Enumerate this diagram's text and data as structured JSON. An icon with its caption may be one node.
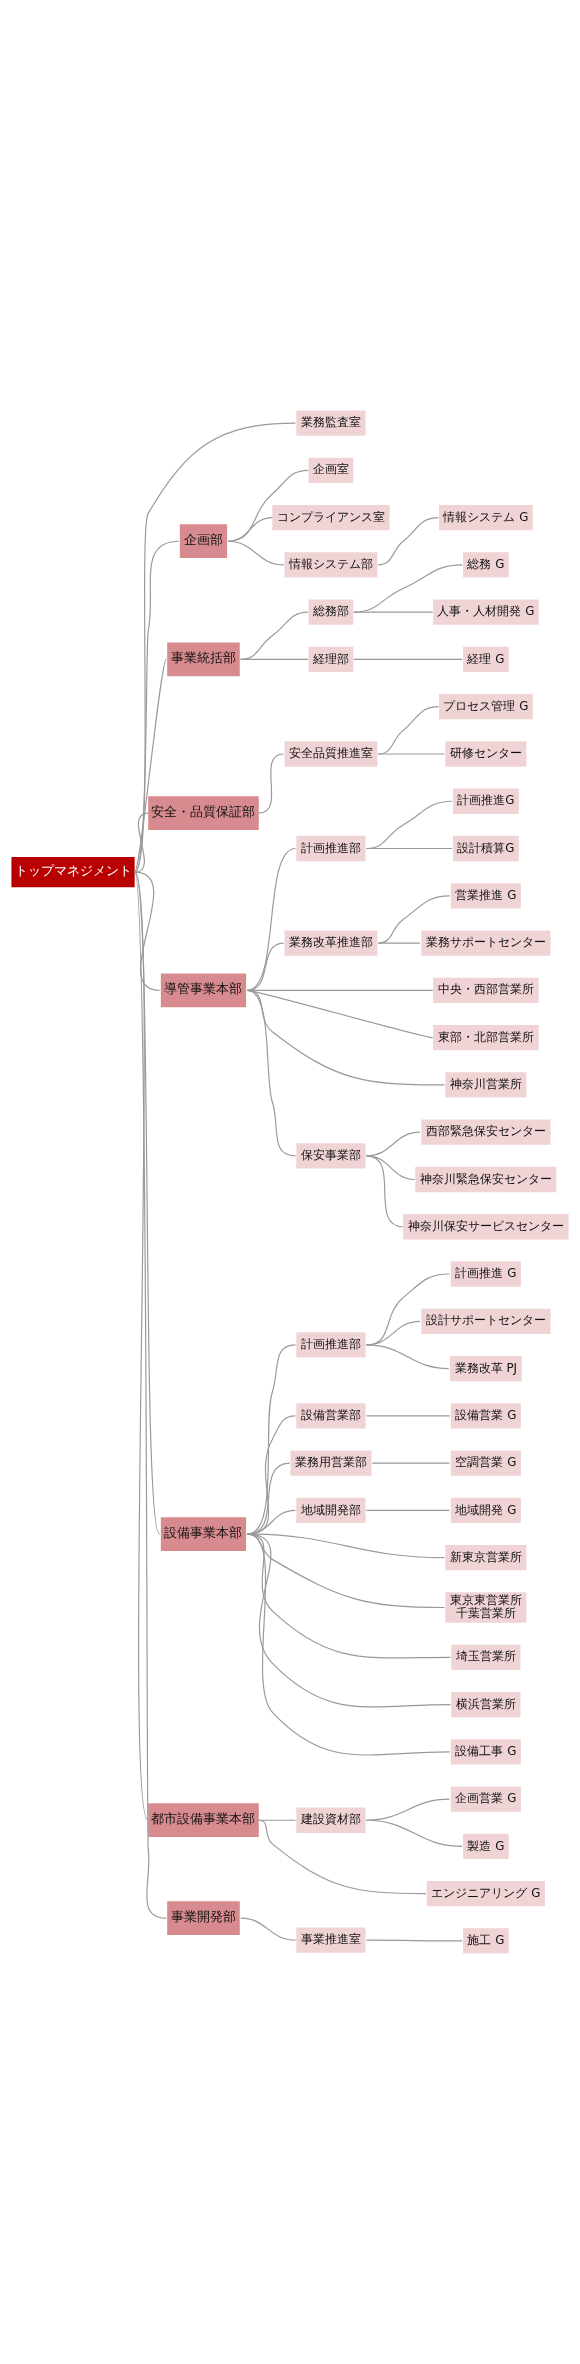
{
  "diagram": {
    "nodes": [
      {
        "text": [
          "トップマネジメント"
        ]
      },
      {
        "text": [
          "業務監査室"
        ]
      },
      {
        "text": [
          "企画部"
        ]
      },
      {
        "text": [
          "企画室"
        ]
      },
      {
        "text": [
          "コンプライアンス室"
        ]
      },
      {
        "text": [
          "情報システム部"
        ]
      },
      {
        "text": [
          "情報システム G"
        ]
      },
      {
        "text": [
          "事業統括部"
        ]
      },
      {
        "text": [
          "総務部"
        ]
      },
      {
        "text": [
          "総務 G"
        ]
      },
      {
        "text": [
          "人事・人材開発 G"
        ]
      },
      {
        "text": [
          "経理部"
        ]
      },
      {
        "text": [
          "経理 G"
        ]
      },
      {
        "text": [
          "安全・品質保証部"
        ]
      },
      {
        "text": [
          "安全品質推進室"
        ]
      },
      {
        "text": [
          "プロセス管理 G"
        ]
      },
      {
        "text": [
          "研修センター"
        ]
      },
      {
        "text": [
          "導管事業本部"
        ]
      },
      {
        "text": [
          "計画推進部"
        ]
      },
      {
        "text": [
          "計画推進G"
        ]
      },
      {
        "text": [
          "設計積算G"
        ]
      },
      {
        "text": [
          "業務改革推進部"
        ]
      },
      {
        "text": [
          "営業推進 G"
        ]
      },
      {
        "text": [
          "業務サポートセンター"
        ]
      },
      {
        "text": [
          "中央・西部営業所"
        ]
      },
      {
        "text": [
          "東部・北部営業所"
        ]
      },
      {
        "text": [
          "神奈川営業所"
        ]
      },
      {
        "text": [
          "保安事業部"
        ]
      },
      {
        "text": [
          "西部緊急保安センター"
        ]
      },
      {
        "text": [
          "神奈川緊急保安センター"
        ]
      },
      {
        "text": [
          "神奈川保安サービスセンター"
        ]
      },
      {
        "text": [
          "設備事業本部"
        ]
      },
      {
        "text": [
          "計画推進部"
        ]
      },
      {
        "text": [
          "計画推進 G"
        ]
      },
      {
        "text": [
          "設計サポートセンター"
        ]
      },
      {
        "text": [
          "業務改革 PJ"
        ]
      },
      {
        "text": [
          "設備営業部"
        ]
      },
      {
        "text": [
          "設備営業 G"
        ]
      },
      {
        "text": [
          "業務用営業部"
        ]
      },
      {
        "text": [
          "空調営業 G"
        ]
      },
      {
        "text": [
          "地域開発部"
        ]
      },
      {
        "text": [
          "地域開発 G"
        ]
      },
      {
        "text": [
          "新東京営業所"
        ]
      },
      {
        "text": [
          "東京東営業所",
          "千葉営業所"
        ]
      },
      {
        "text": [
          "埼玉営業所"
        ]
      },
      {
        "text": [
          "横浜営業所"
        ]
      },
      {
        "text": [
          "設備工事 G"
        ]
      },
      {
        "text": [
          "都市設備事業本部"
        ]
      },
      {
        "text": [
          "建設資材部"
        ]
      },
      {
        "text": [
          "企画営業 G"
        ]
      },
      {
        "text": [
          "製造 G"
        ]
      },
      {
        "text": [
          "エンジニアリング G"
        ]
      },
      {
        "text": [
          "事業開発部"
        ]
      },
      {
        "text": [
          "事業推進室"
        ]
      },
      {
        "text": [
          "施工 G"
        ]
      }
    ],
    "edges": [
      {
        "from": 0,
        "to": 1,
        "arrow": "none"
      },
      {
        "from": 0,
        "to": 2,
        "arrow": "none"
      },
      {
        "from": 2,
        "to": 3,
        "arrow": "none"
      },
      {
        "from": 2,
        "to": 4,
        "arrow": "none"
      },
      {
        "from": 2,
        "to": 5,
        "arrow": "none"
      },
      {
        "from": 5,
        "to": 6,
        "arrow": "none"
      },
      {
        "from": 0,
        "to": 7,
        "arrow": "none"
      },
      {
        "from": 7,
        "to": 8,
        "arrow": "none"
      },
      {
        "from": 8,
        "to": 9,
        "arrow": "none"
      },
      {
        "from": 8,
        "to": 10,
        "arrow": "none"
      },
      {
        "from": 7,
        "to": 11,
        "arrow": "none"
      },
      {
        "from": 11,
        "to": 12,
        "arrow": "none"
      },
      {
        "from": 0,
        "to": 13,
        "arrow": "none"
      },
      {
        "from": 13,
        "to": 14,
        "arrow": "none"
      },
      {
        "from": 14,
        "to": 15,
        "arrow": "none"
      },
      {
        "from": 14,
        "to": 16,
        "arrow": "none"
      },
      {
        "from": 0,
        "to": 17,
        "arrow": "none"
      },
      {
        "from": 17,
        "to": 18,
        "arrow": "none"
      },
      {
        "from": 18,
        "to": 19,
        "arrow": "none"
      },
      {
        "from": 18,
        "to": 20,
        "arrow": "none"
      },
      {
        "from": 17,
        "to": 21,
        "arrow": "none"
      },
      {
        "from": 21,
        "to": 22,
        "arrow": "none"
      },
      {
        "from": 21,
        "to": 23,
        "arrow": "none"
      },
      {
        "from": 17,
        "to": 24,
        "arrow": "none"
      },
      {
        "from": 17,
        "to": 25,
        "arrow": "none"
      },
      {
        "from": 17,
        "to": 26,
        "arrow": "none"
      },
      {
        "from": 17,
        "to": 27,
        "arrow": "none"
      },
      {
        "from": 27,
        "to": 28,
        "arrow": "none"
      },
      {
        "from": 27,
        "to": 29,
        "arrow": "none"
      },
      {
        "from": 27,
        "to": 30,
        "arrow": "none"
      },
      {
        "from": 0,
        "to": 31,
        "arrow": "none"
      },
      {
        "from": 31,
        "to": 32,
        "arrow": "none"
      },
      {
        "from": 32,
        "to": 33,
        "arrow": "none"
      },
      {
        "from": 32,
        "to": 34,
        "arrow": "none"
      },
      {
        "from": 32,
        "to": 35,
        "arrow": "none"
      },
      {
        "from": 31,
        "to": 36,
        "arrow": "none"
      },
      {
        "from": 36,
        "to": 37,
        "arrow": "none"
      },
      {
        "from": 31,
        "to": 38,
        "arrow": "none"
      },
      {
        "from": 38,
        "to": 39,
        "arrow": "none"
      },
      {
        "from": 31,
        "to": 40,
        "arrow": "none"
      },
      {
        "from": 40,
        "to": 41,
        "arrow": "none"
      },
      {
        "from": 31,
        "to": 42,
        "arrow": "none"
      },
      {
        "from": 31,
        "to": 43,
        "arrow": "none"
      },
      {
        "from": 31,
        "to": 44,
        "arrow": "none"
      },
      {
        "from": 31,
        "to": 45,
        "arrow": "none"
      },
      {
        "from": 31,
        "to": 46,
        "arrow": "none"
      },
      {
        "from": 0,
        "to": 47,
        "arrow": "none"
      },
      {
        "from": 47,
        "to": 48,
        "arrow": "none"
      },
      {
        "from": 48,
        "to": 49,
        "arrow": "none"
      },
      {
        "from": 48,
        "to": 50,
        "arrow": "none"
      },
      {
        "from": 47,
        "to": 51,
        "arrow": "none"
      },
      {
        "from": 0,
        "to": 52,
        "arrow": "none"
      },
      {
        "from": 52,
        "to": 53,
        "arrow": "none"
      },
      {
        "from": 53,
        "to": 54,
        "arrow": "none"
      }
    ]
  }
}
